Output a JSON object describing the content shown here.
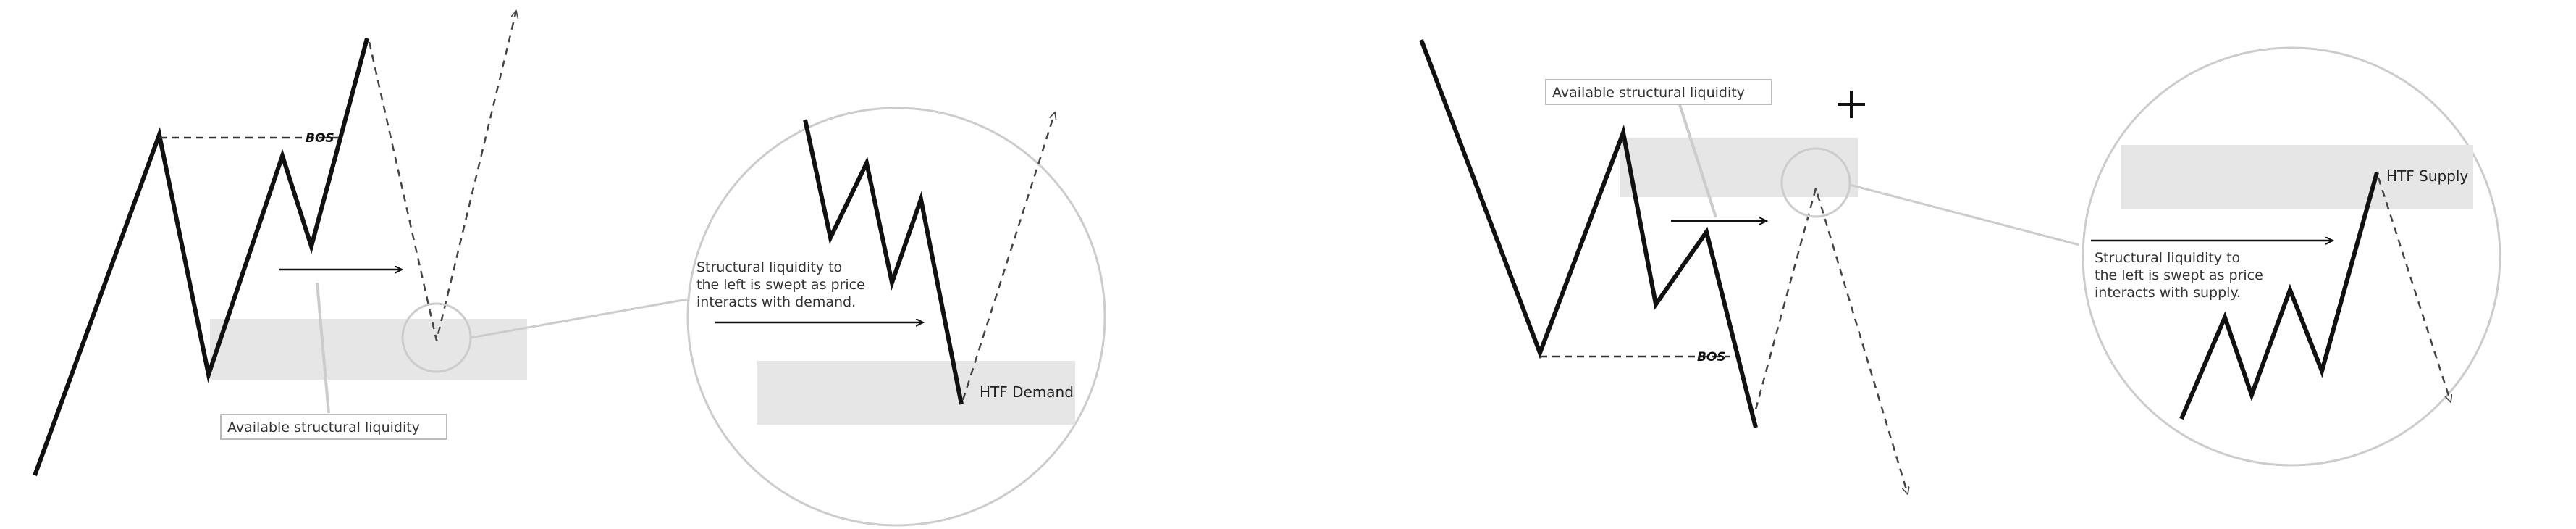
{
  "left_diagram": {
    "bos_label": "BOS",
    "liquidity_callout": "Available structural liquidity",
    "zoom_note": [
      "Structural liquidity to",
      "the left is swept as price",
      "interacts with demand."
    ],
    "zone_label": "HTF Demand"
  },
  "right_diagram": {
    "bos_label": "BOS",
    "liquidity_callout": "Available structural liquidity",
    "zoom_note": [
      "Structural liquidity to",
      "the left is swept as price",
      "interacts with supply."
    ],
    "zone_label": "HTF Supply"
  },
  "colors": {
    "price_line": "#111111",
    "zone_fill": "#e6e6e6",
    "circle_stroke": "#cccccc",
    "callout_border": "#bbbbbb"
  }
}
